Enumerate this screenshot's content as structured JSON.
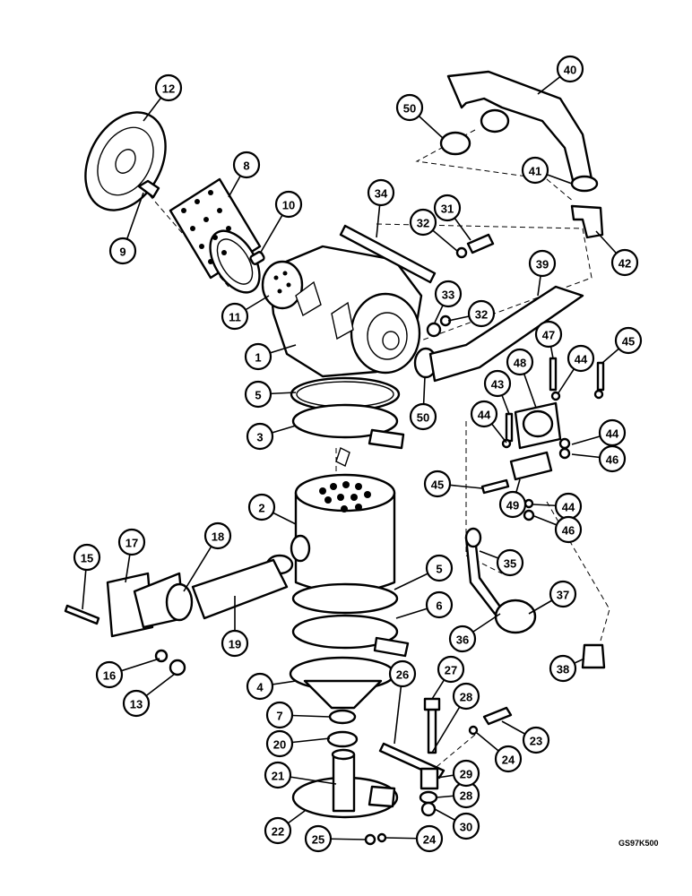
{
  "drawing_code": "GS97K500",
  "callouts": [
    {
      "label": "1"
    },
    {
      "label": "2"
    },
    {
      "label": "3"
    },
    {
      "label": "4"
    },
    {
      "label": "5"
    },
    {
      "label": "5"
    },
    {
      "label": "6"
    },
    {
      "label": "7"
    },
    {
      "label": "8"
    },
    {
      "label": "9"
    },
    {
      "label": "10"
    },
    {
      "label": "11"
    },
    {
      "label": "12"
    },
    {
      "label": "13"
    },
    {
      "label": "15"
    },
    {
      "label": "16"
    },
    {
      "label": "17"
    },
    {
      "label": "18"
    },
    {
      "label": "19"
    },
    {
      "label": "20"
    },
    {
      "label": "21"
    },
    {
      "label": "22"
    },
    {
      "label": "23"
    },
    {
      "label": "24"
    },
    {
      "label": "24"
    },
    {
      "label": "25"
    },
    {
      "label": "26"
    },
    {
      "label": "27"
    },
    {
      "label": "28"
    },
    {
      "label": "28"
    },
    {
      "label": "29"
    },
    {
      "label": "30"
    },
    {
      "label": "31"
    },
    {
      "label": "32"
    },
    {
      "label": "32"
    },
    {
      "label": "33"
    },
    {
      "label": "34"
    },
    {
      "label": "35"
    },
    {
      "label": "36"
    },
    {
      "label": "37"
    },
    {
      "label": "38"
    },
    {
      "label": "39"
    },
    {
      "label": "40"
    },
    {
      "label": "41"
    },
    {
      "label": "42"
    },
    {
      "label": "43"
    },
    {
      "label": "44"
    },
    {
      "label": "44"
    },
    {
      "label": "44"
    },
    {
      "label": "44"
    },
    {
      "label": "45"
    },
    {
      "label": "45"
    },
    {
      "label": "46"
    },
    {
      "label": "46"
    },
    {
      "label": "47"
    },
    {
      "label": "48"
    },
    {
      "label": "49"
    },
    {
      "label": "50"
    },
    {
      "label": "50"
    }
  ]
}
